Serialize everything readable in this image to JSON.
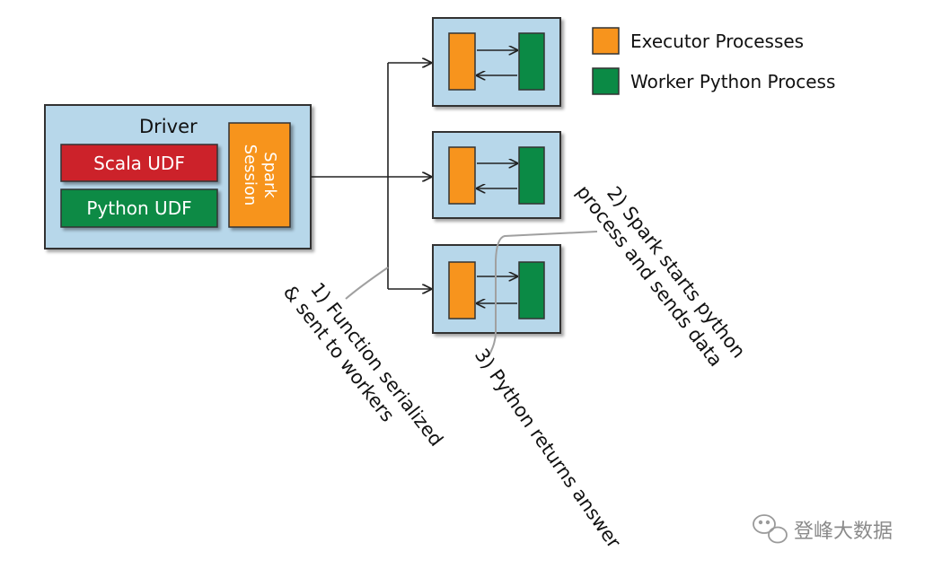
{
  "driver": {
    "title": "Driver",
    "scala_udf": "Scala UDF",
    "python_udf": "Python UDF",
    "spark_session_line1": "Spark",
    "spark_session_line2": "Session"
  },
  "legend": {
    "executor_label": "Executor Processes",
    "worker_label": "Worker Python Process"
  },
  "annotations": {
    "step1_line1": "1) Function serialized",
    "step1_line2": "& sent to workers",
    "step2_line1": "2) Spark starts python",
    "step2_line2": "process and sends data",
    "step3": "3) Python returns answer"
  },
  "watermark": {
    "text": "登峰大数据"
  },
  "colors": {
    "box_fill": "#b7d7ea",
    "executor": "#f7941d",
    "worker": "#0b8a45",
    "scala": "#cc2229",
    "python": "#0b8a45",
    "spark_session": "#f7941d",
    "outline": "#333333",
    "annotation_line": "#a0a0a0"
  }
}
